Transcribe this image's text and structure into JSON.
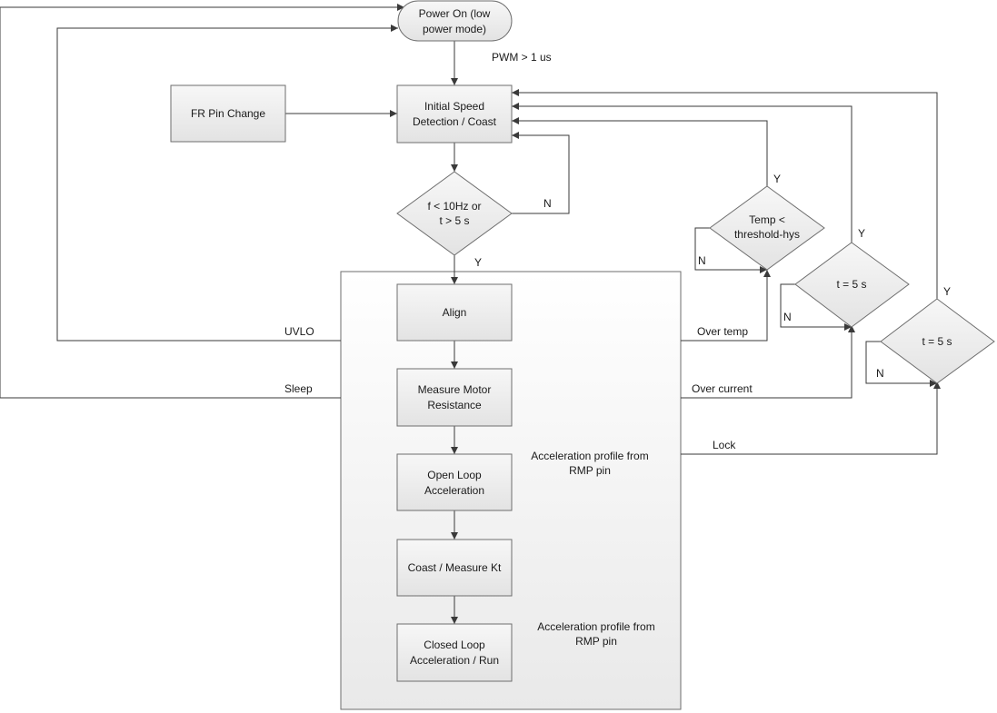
{
  "nodes": {
    "power_on": [
      "Power On (low",
      "power mode)"
    ],
    "fr_pin_change": [
      "FR Pin Change"
    ],
    "initial_speed": [
      "Initial Speed",
      "Detection / Coast"
    ],
    "freq_check": [
      "f < 10Hz or",
      "t > 5 s"
    ],
    "align": [
      "Align"
    ],
    "measure_resistance": [
      "Measure Motor",
      "Resistance"
    ],
    "open_loop": [
      "Open Loop",
      "Acceleration"
    ],
    "coast_measure": [
      "Coast / Measure Kt"
    ],
    "closed_loop": [
      "Closed Loop",
      "Acceleration / Run"
    ],
    "temp_check": [
      "Temp <",
      "threshold-hys"
    ],
    "timer_overcurrent": [
      "t = 5 s"
    ],
    "timer_lock": [
      "t = 5 s"
    ]
  },
  "notes": {
    "rmp_note_1": [
      "Acceleration profile from",
      "RMP pin"
    ],
    "rmp_note_2": [
      "Acceleration profile from",
      "RMP pin"
    ]
  },
  "edge_labels": {
    "pwm": "PWM > 1 us",
    "freq_no": "N",
    "freq_yes": "Y",
    "uvlo": "UVLO",
    "sleep": "Sleep",
    "over_temp": "Over temp",
    "over_current": "Over current",
    "lock": "Lock",
    "temp_yes": "Y",
    "temp_no": "N",
    "oc_yes": "Y",
    "oc_no": "N",
    "lock_yes": "Y",
    "lock_no": "N"
  }
}
